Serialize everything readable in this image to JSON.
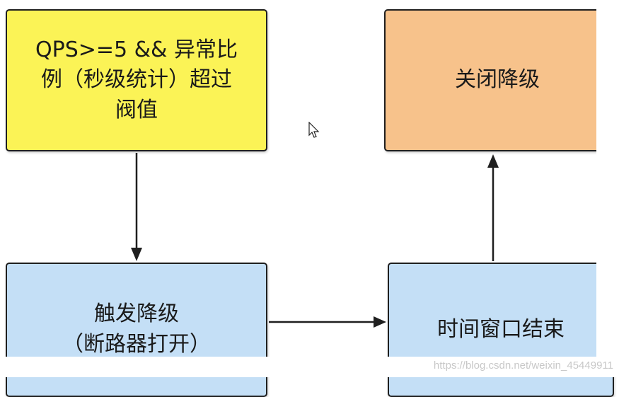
{
  "nodes": {
    "condition": "QPS>=5 && 异常比\n例（秒级统计）超过\n阀值",
    "close": "关闭降级",
    "trigger": "触发降级\n（断路器打开）",
    "window": "时间窗口结束"
  },
  "colors": {
    "condition_fill": "#fbf356",
    "close_fill": "#f7c28b",
    "process_fill": "#c4dff6",
    "border": "#1f1f1f"
  },
  "watermark": "https://blog.csdn.net/weixin_45449911",
  "cursor_icon": "arrow-cursor-icon"
}
